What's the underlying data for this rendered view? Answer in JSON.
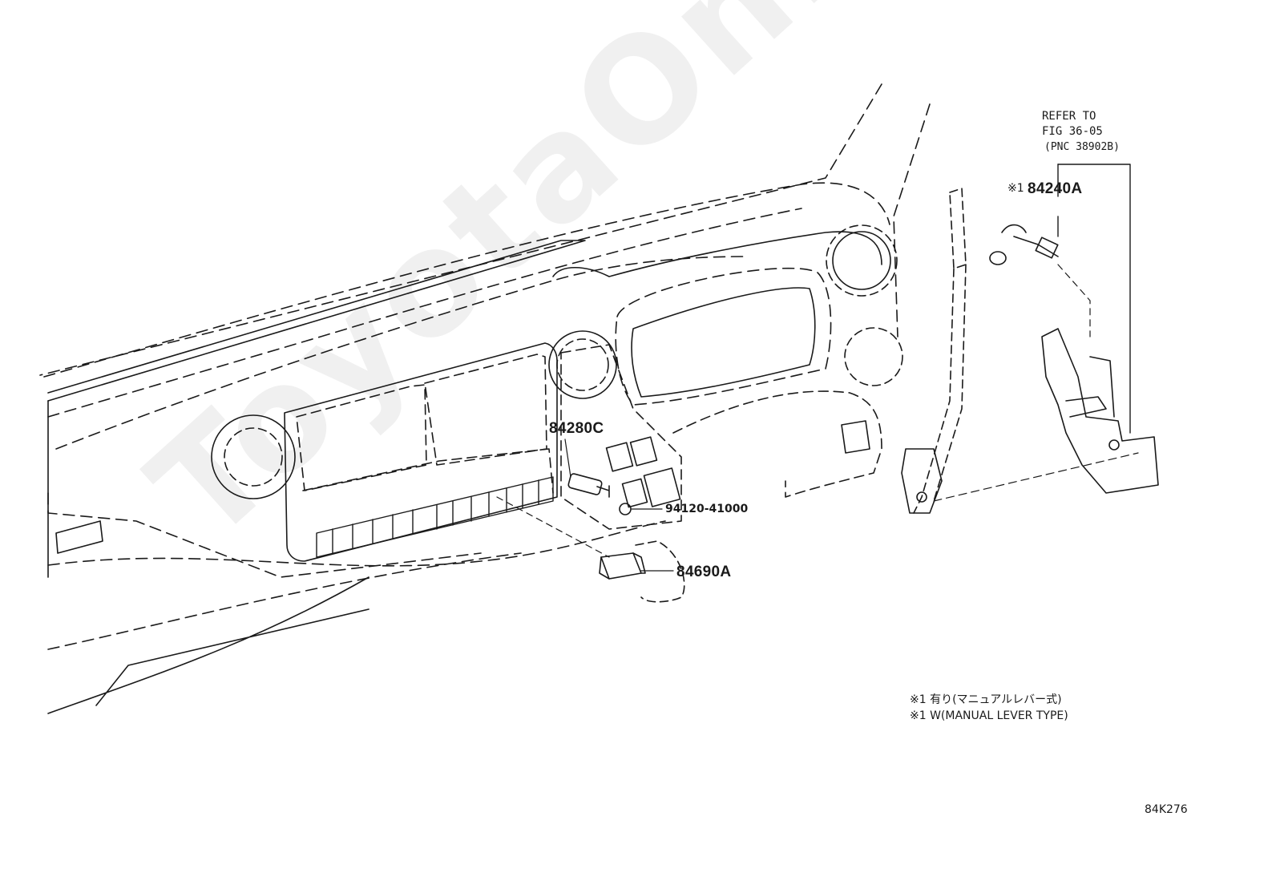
{
  "watermark": "ToyotaOnlineMe.ru",
  "refer": {
    "line1": "REFER TO",
    "line2": "FIG 36-05",
    "line3": "(PNC 38902B)"
  },
  "parts": {
    "p84240A": "84240A",
    "p84240A_mark": "※1",
    "p84280C": "84280C",
    "p94120": "94120-41000",
    "p84690A": "84690A"
  },
  "legend": {
    "line1": "※1 有り(マニュアルレバー式)",
    "line2": "※1 W(MANUAL LEVER TYPE)"
  },
  "figure_code": "84K276"
}
